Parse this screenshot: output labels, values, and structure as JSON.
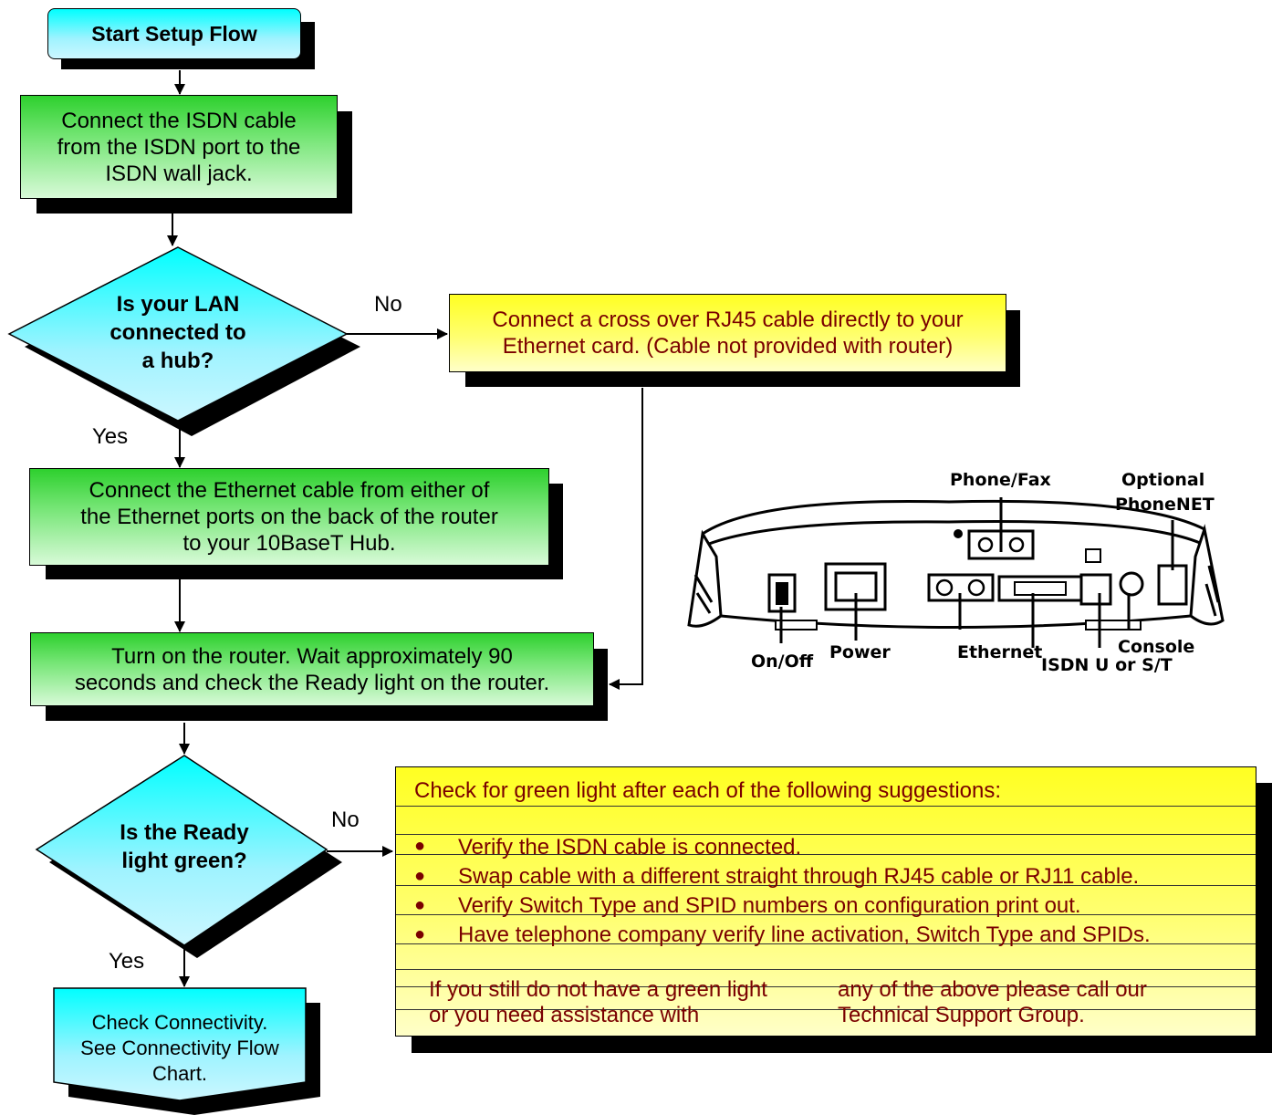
{
  "start": {
    "label": "Start Setup Flow"
  },
  "step1": {
    "lines": [
      "Connect the ISDN cable",
      "from the ISDN port to the",
      "ISDN wall jack."
    ]
  },
  "decision1": {
    "lines": [
      "Is your LAN",
      "connected to",
      "a hub?"
    ],
    "no_label": "No",
    "yes_label": "Yes"
  },
  "crossover": {
    "lines": [
      "Connect a cross over RJ45 cable directly to your",
      "Ethernet card. (Cable not provided with router)"
    ]
  },
  "step2": {
    "lines": [
      "Connect the Ethernet cable from either of",
      "the Ethernet ports on the back of the router",
      "to your 10BaseT Hub."
    ]
  },
  "step3": {
    "lines": [
      "Turn on the router. Wait approximately 90",
      "seconds and check the Ready light on the router."
    ]
  },
  "decision2": {
    "lines": [
      "Is the Ready",
      "light green?"
    ],
    "no_label": "No",
    "yes_label": "Yes"
  },
  "end": {
    "lines": [
      "Check Connectivity.",
      "See Connectivity Flow",
      "Chart."
    ]
  },
  "suggestions": {
    "heading": "Check for green light after each of the following suggestions:",
    "items": [
      "Verify the ISDN cable is connected.",
      "Swap cable with a different straight through RJ45 cable or RJ11 cable.",
      "Verify Switch Type and SPID numbers on configuration print out.",
      "Have telephone company verify line activation, Switch Type and SPIDs."
    ],
    "footer_left": [
      "If you still do not have a green light",
      "or you need assistance with"
    ],
    "footer_right": [
      "any of the above please call our",
      "Technical Support Group."
    ]
  },
  "router": {
    "ports": {
      "phone_fax": "Phone/Fax",
      "optional": "Optional",
      "phonenet": "PhoneNET",
      "on_off": "On/Off",
      "power": "Power",
      "ethernet": "Ethernet",
      "isdn": "ISDN U or S/T",
      "console": "Console"
    }
  },
  "colors": {
    "green": "#2ed02e",
    "cyan": "#00ffff",
    "yellow": "#ffff22",
    "note_text": "#7a0000"
  }
}
